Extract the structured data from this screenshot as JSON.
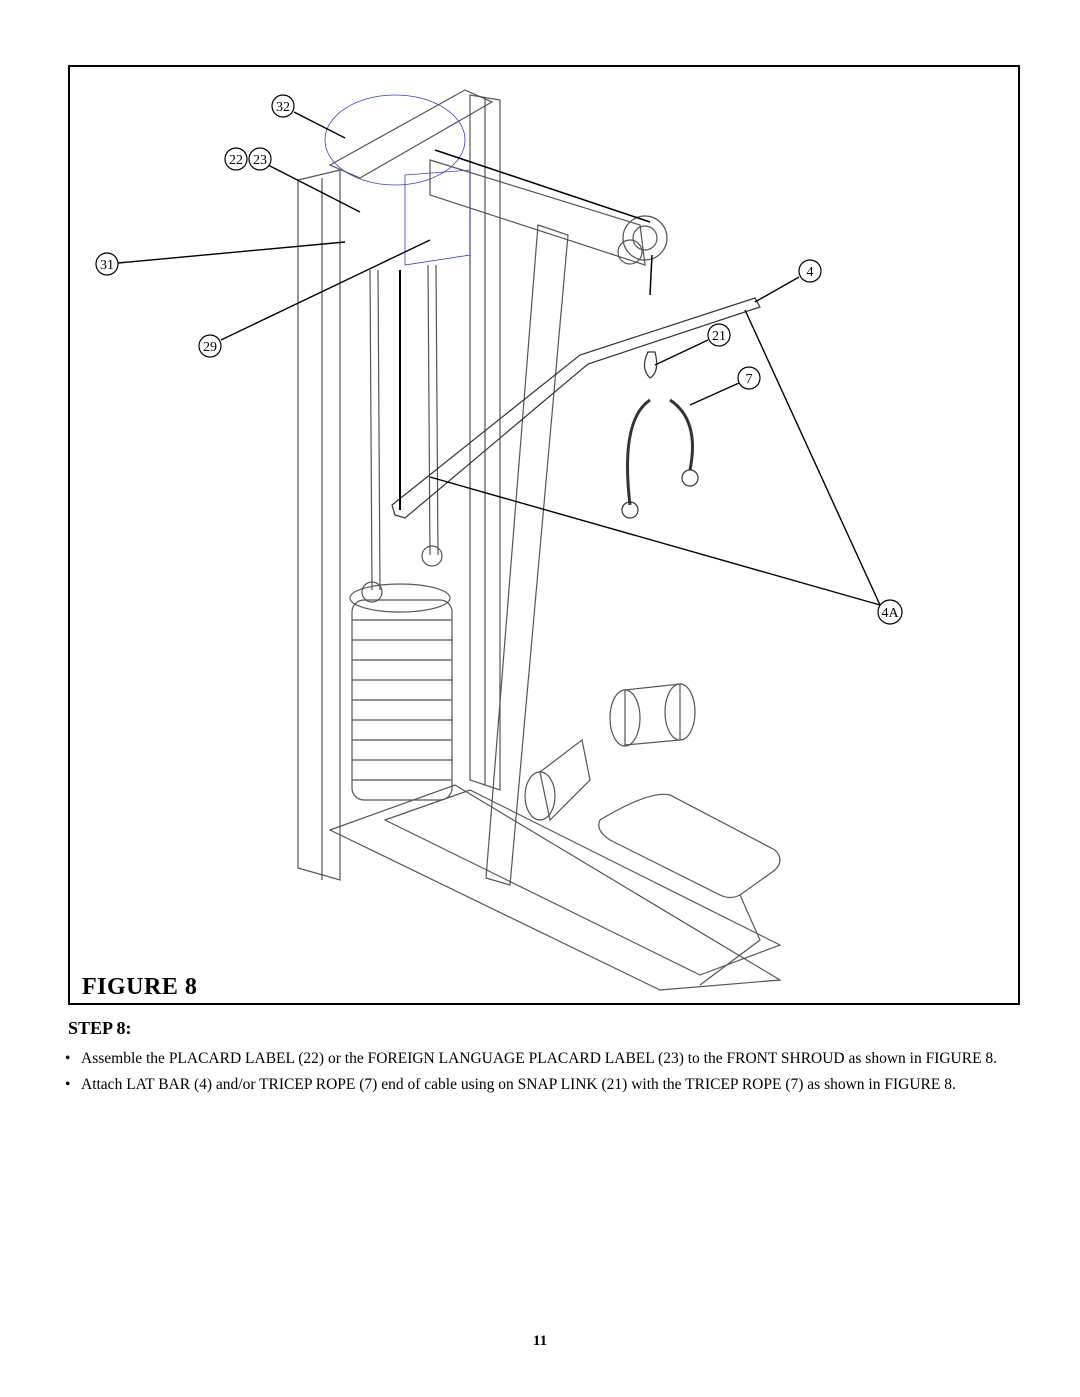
{
  "figure": {
    "title": "FIGURE 8",
    "callouts": [
      {
        "id": "c32",
        "label": "32"
      },
      {
        "id": "c22",
        "label": "22"
      },
      {
        "id": "c23",
        "label": "23"
      },
      {
        "id": "c31",
        "label": "31"
      },
      {
        "id": "c29",
        "label": "29"
      },
      {
        "id": "c4",
        "label": "4"
      },
      {
        "id": "c21",
        "label": "21"
      },
      {
        "id": "c7",
        "label": "7"
      },
      {
        "id": "c4a",
        "label": "4A"
      }
    ],
    "colors": {
      "line": "#000000",
      "shroud_accent": "#3b3bd6",
      "frame": "#333333"
    }
  },
  "step": {
    "title": "STEP 8:",
    "bullets": [
      "Assemble the PLACARD LABEL (22) or the FOREIGN LANGUAGE PLACARD LABEL (23) to the FRONT SHROUD as shown in FIGURE 8.",
      "Attach  LAT BAR (4) and/or TRICEP ROPE (7)  end of cable using on SNAP LINK (21) with the TRICEP ROPE (7) as shown in FIGURE 8."
    ]
  },
  "page_number": "11"
}
